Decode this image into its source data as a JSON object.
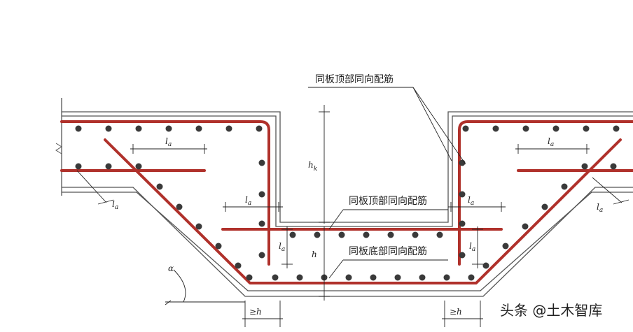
{
  "labels": {
    "top_right_callout": "同板顶部同向配筋",
    "mid_top": "同板顶部同向配筋",
    "mid_bottom": "同板底部同向配筋"
  },
  "dimensions": {
    "la_left_upper": "l",
    "la_left_upper_sub": "a",
    "la_left_diag": "l",
    "la_left_diag_sub": "a",
    "la_left_mid": "l",
    "la_left_mid_sub": "a",
    "la_left_vert": "l",
    "la_left_vert_sub": "a",
    "la_right_mid": "l",
    "la_right_mid_sub": "a",
    "la_right_vert": "l",
    "la_right_vert_sub": "a",
    "la_right_upper": "l",
    "la_right_upper_sub": "a",
    "la_right_diag": "l",
    "la_right_diag_sub": "a",
    "hk": "h",
    "hk_sub": "k",
    "h": "h",
    "alpha": "α",
    "ge_h_left": "≥h",
    "ge_h_right": "≥h"
  },
  "watermark": "头条 @土木智库",
  "colors": {
    "rebar": "#b0312b",
    "concrete_outline": "#555555",
    "dot": "#444444",
    "dim_line": "#222222"
  }
}
